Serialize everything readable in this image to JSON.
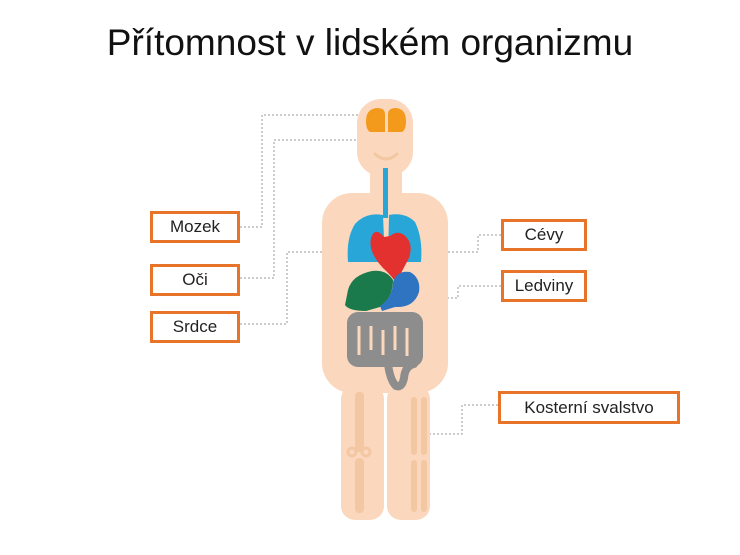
{
  "title": "Přítomnost v lidském organizmu",
  "labels": {
    "brain": "Mozek",
    "eyes": "Oči",
    "heart": "Srdce",
    "vessels": "Cévy",
    "kidneys": "Ledviny",
    "skeleton": "Kosterní svalstvo"
  },
  "colors": {
    "body": "#fbd8bd",
    "bone": "#f4c7a3",
    "brain": "#f39a1d",
    "lungs": "#29a6d8",
    "heart": "#e3312f",
    "liver": "#1b7a4b",
    "stomach": "#2f74c0",
    "intestine": "#8d8d8d",
    "label_border": "#e8742a",
    "connector": "#999999"
  }
}
